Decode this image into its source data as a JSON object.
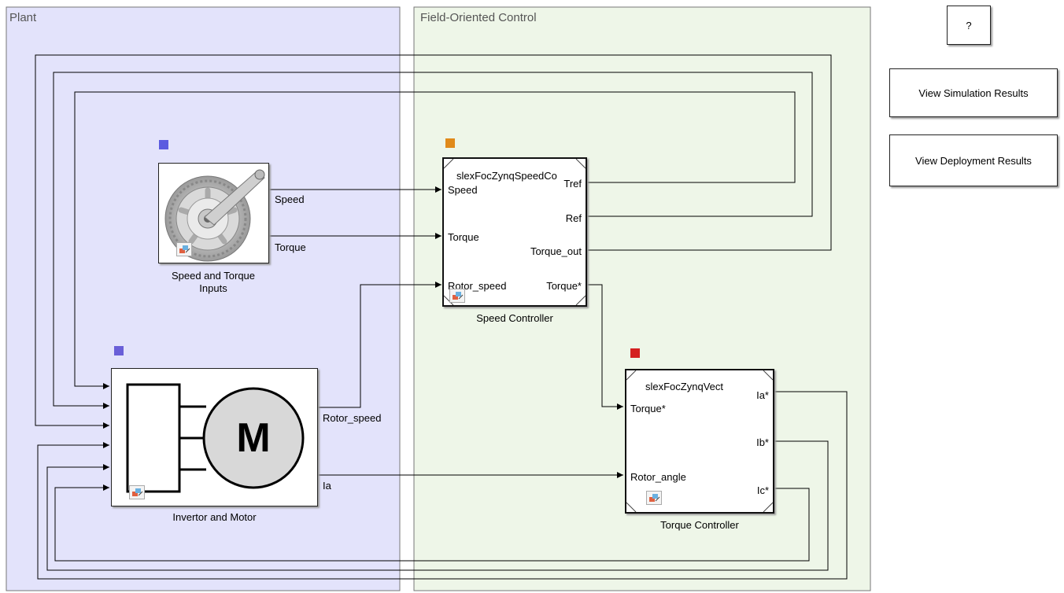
{
  "areas": {
    "plant_title": "Plant",
    "foc_title": "Field-Oriented Control"
  },
  "buttons": {
    "help": "?",
    "view_simulation": "View Simulation Results",
    "view_deployment": "View Deployment Results"
  },
  "blocks": {
    "speed_torque_inputs": {
      "name": "Speed and Torque Inputs",
      "name_line1": "Speed and Torque",
      "name_line2": "Inputs",
      "out_ports": [
        "Speed",
        "Torque"
      ],
      "marker_color": "#5b5be0"
    },
    "inverter_motor": {
      "name": "Invertor and Motor",
      "out_ports": [
        "Rotor_speed",
        "Ia"
      ],
      "motor_letter": "M",
      "marker_color": "#6a5fd8"
    },
    "speed_controller": {
      "name": "Speed Controller",
      "model_ref": "slexFocZynqSpeedCo",
      "in_ports": [
        "Speed",
        "Torque",
        "Rotor_speed"
      ],
      "out_ports": [
        "Tref",
        "Ref",
        "Torque_out",
        "Torque*"
      ],
      "marker_color": "#e08a1a"
    },
    "torque_controller": {
      "name": "Torque Controller",
      "model_ref": "slexFocZynqVect",
      "in_ports": [
        "Torque*",
        "Rotor_angle"
      ],
      "out_ports": [
        "Ia*",
        "Ib*",
        "Ic*"
      ],
      "marker_color": "#d42020"
    }
  },
  "colors": {
    "plant_area_fill": "#e3e3fb",
    "foc_area_fill": "#eef6e8",
    "signal_line": "#000000"
  }
}
